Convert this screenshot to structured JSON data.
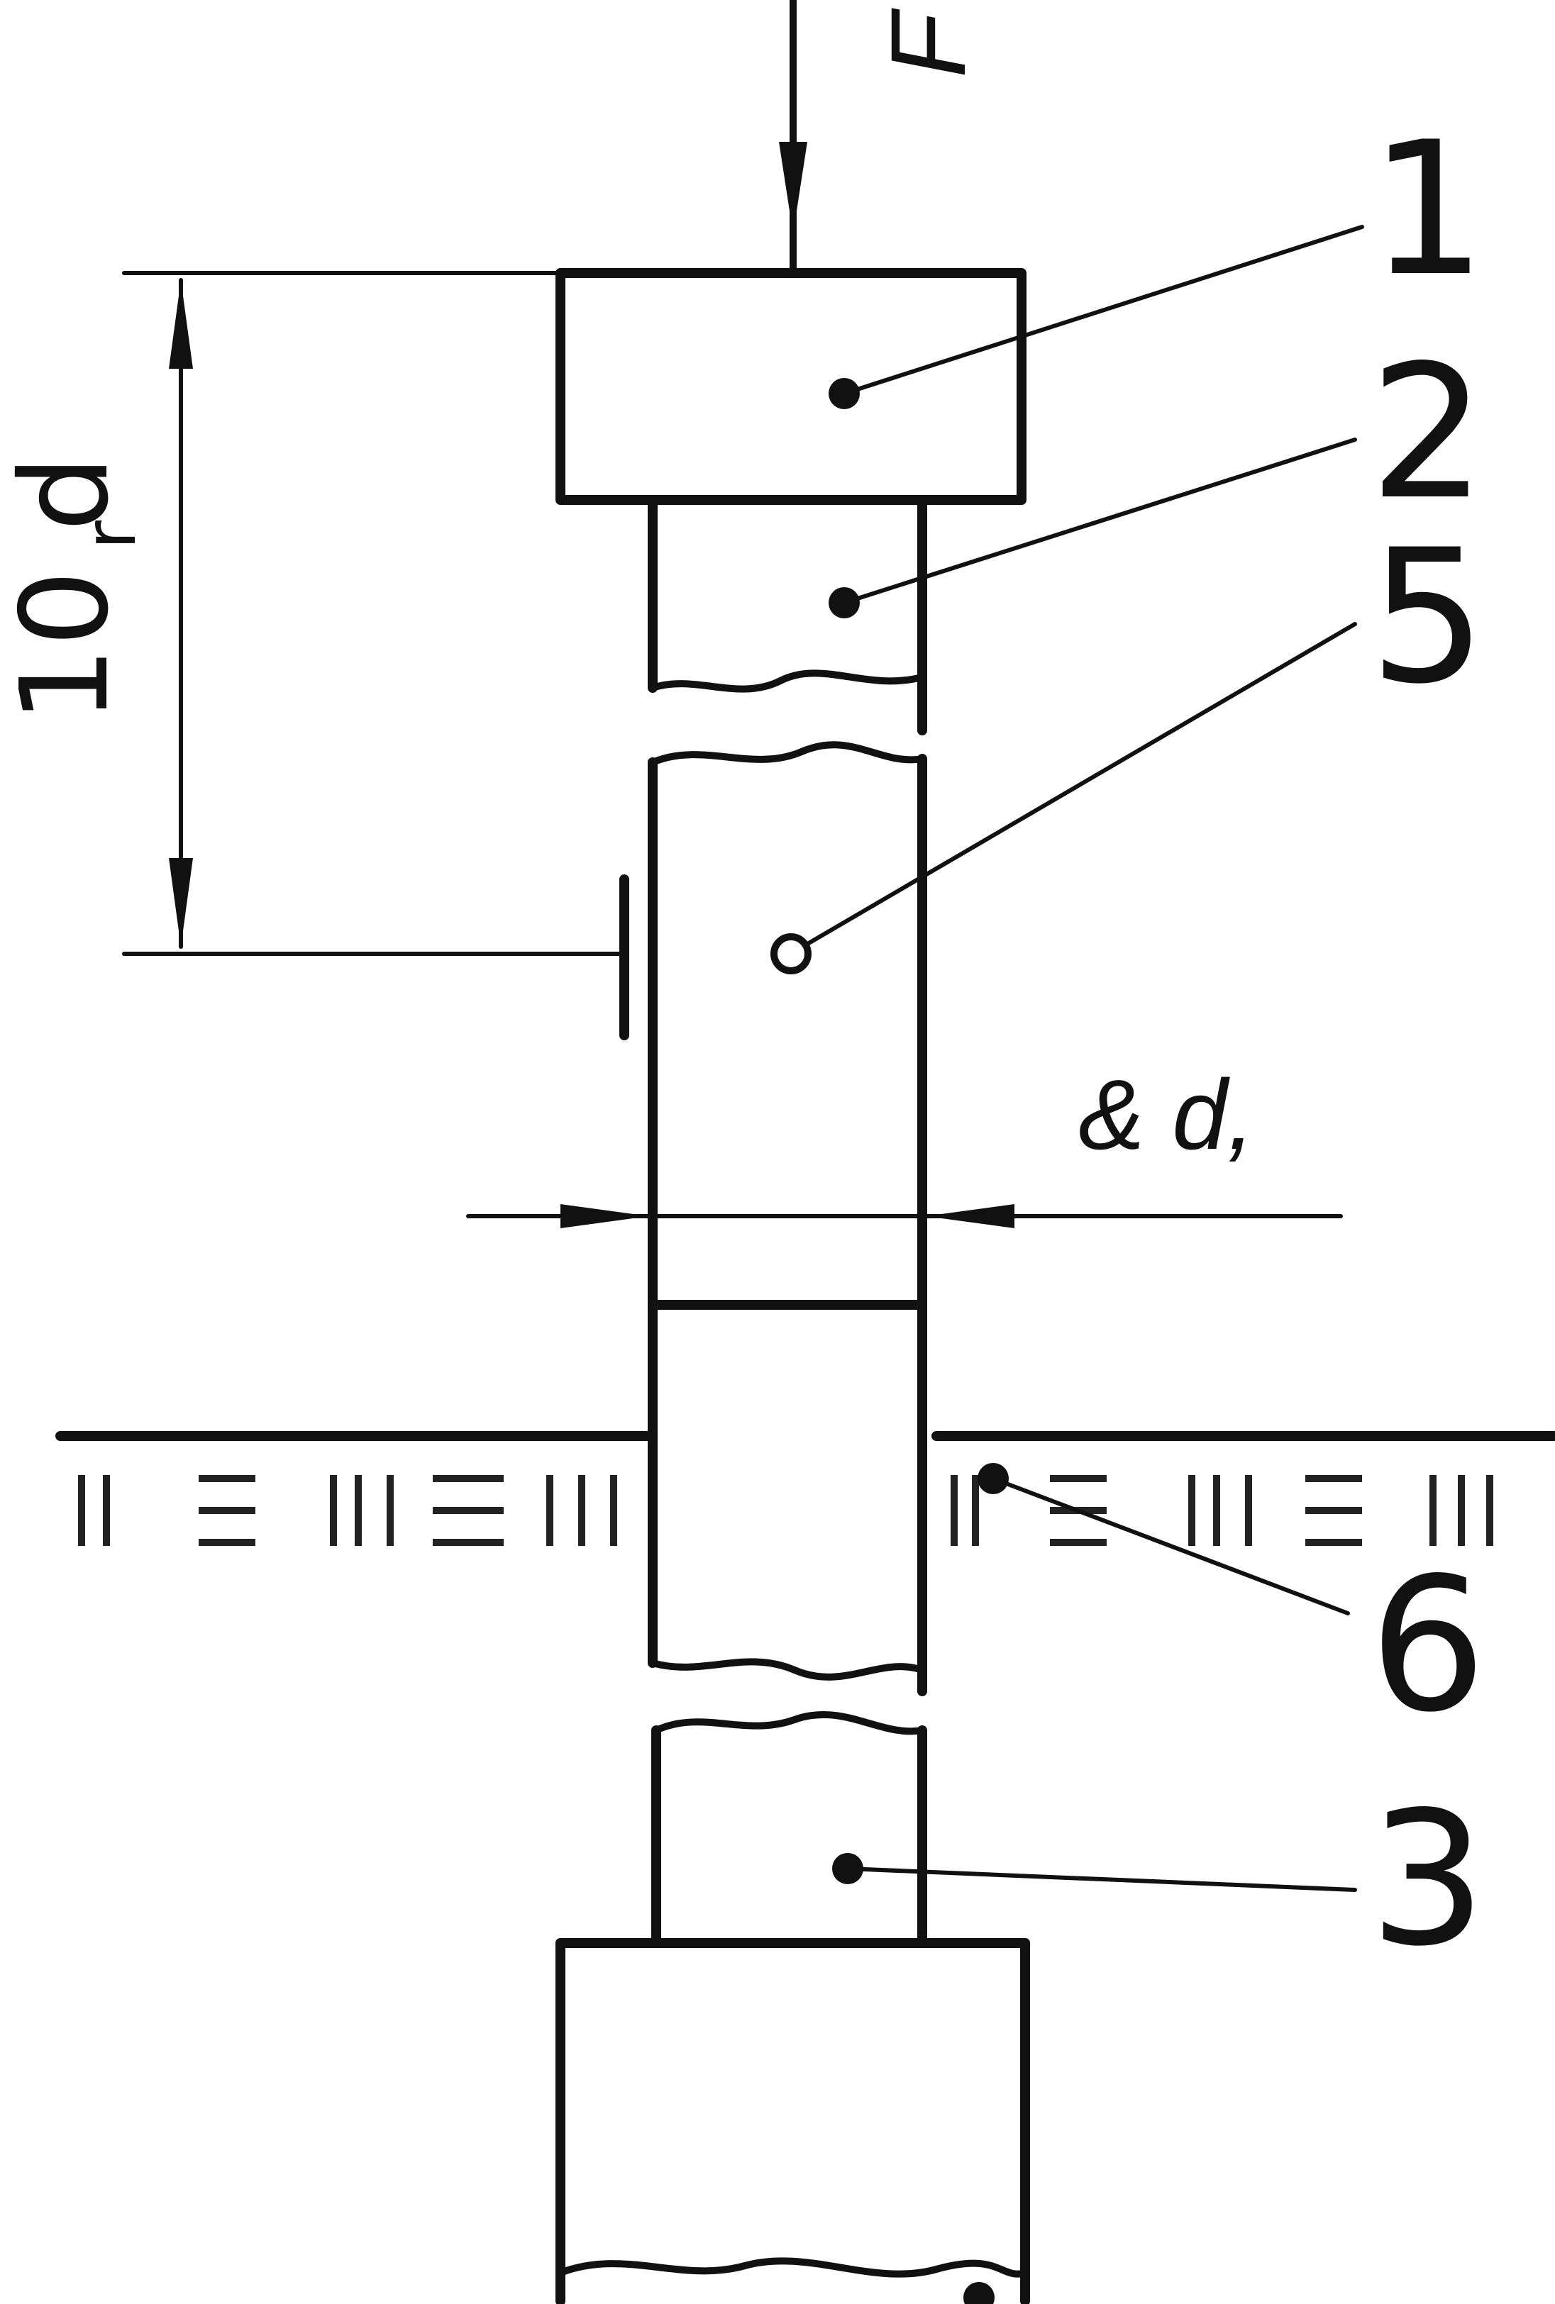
{
  "figure": {
    "force_label": "F",
    "dimension_label": "10 d",
    "dimension_subscript": "r",
    "diameter_label": "& d,",
    "callouts": [
      "1",
      "2",
      "5",
      "6",
      "3"
    ]
  },
  "colors": {
    "ink": "#111111",
    "background": "#ffffff"
  }
}
